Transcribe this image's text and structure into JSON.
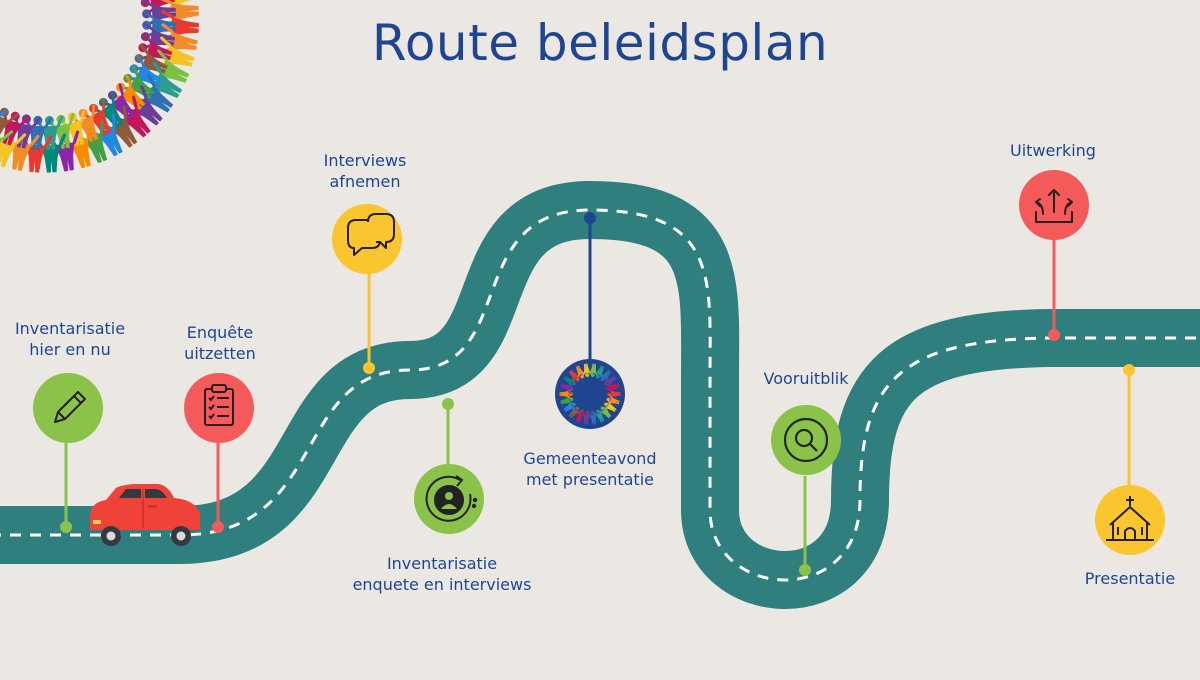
{
  "title": "Route beleidsplan",
  "colors": {
    "background": "#ebe8e4",
    "road": "#2e7f7e",
    "road_dash": "#ffffff",
    "text": "#1f4591",
    "green": "#8bc34a",
    "red": "#f55a5a",
    "yellow": "#fbc530",
    "navy": "#1f4591",
    "car": "#ef4339"
  },
  "milestones": [
    {
      "name": "inventarisatie-hier-en-nu",
      "lines": [
        "Inventarisatie",
        "hier en nu"
      ],
      "icon": "pencil-icon",
      "color": "green"
    },
    {
      "name": "enquete-uitzetten",
      "lines": [
        "Enquête",
        "uitzetten"
      ],
      "icon": "clipboard-checklist-icon",
      "color": "red"
    },
    {
      "name": "interviews-afnemen",
      "lines": [
        "Interviews",
        "afnemen"
      ],
      "icon": "chat-bubbles-icon",
      "color": "yellow"
    },
    {
      "name": "inventarisatie-enquete-interviews",
      "lines": [
        "Inventarisatie",
        "enquete en interviews"
      ],
      "icon": "person-cycle-icon",
      "color": "green"
    },
    {
      "name": "gemeenteavond",
      "lines": [
        "Gemeenteavond",
        "met presentatie"
      ],
      "icon": "people-circle-icon",
      "color": "navy"
    },
    {
      "name": "vooruitblik",
      "lines": [
        "Vooruitblik"
      ],
      "icon": "magnifier-icon",
      "color": "green"
    },
    {
      "name": "uitwerking",
      "lines": [
        "Uitwerking"
      ],
      "icon": "share-arrows-icon",
      "color": "red"
    },
    {
      "name": "presentatie",
      "lines": [
        "Presentatie"
      ],
      "icon": "church-icon",
      "color": "yellow"
    }
  ]
}
